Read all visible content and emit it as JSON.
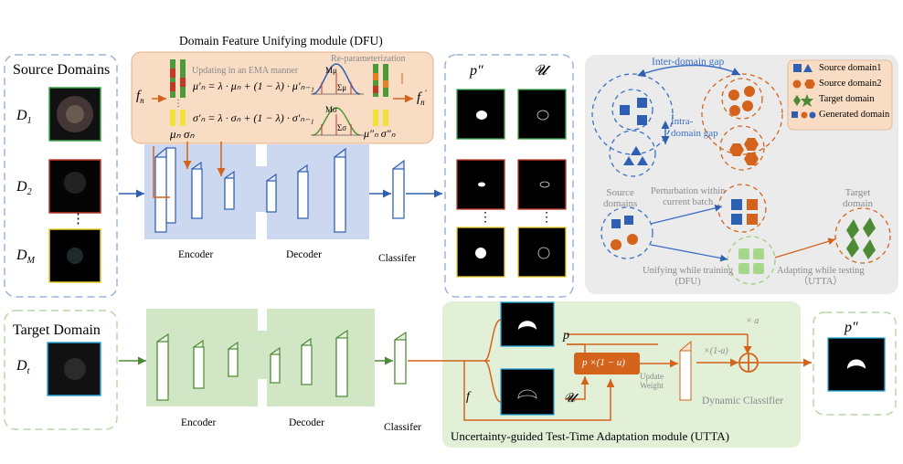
{
  "dfu": {
    "title": "Domain Feature Unifying module (DFU)",
    "ema_note": "Updating in an EMA manner",
    "reparam_note": "Re-parameterization",
    "f_in": "f",
    "f_in_sub": "n",
    "f_out": "f",
    "f_out_sub": "n",
    "f_out_sup": "′",
    "eq_mu": "μ′ₙ = λ · μₙ + (1 − λ) · μ′ₙ₋₁",
    "eq_sigma": "σ′ₙ = λ · σₙ + (1 − λ) · σ′ₙ₋₁",
    "mu_sigma_in": "μₙ σₙ",
    "mu_sigma_out": "μ″ₙ σ″ₙ",
    "M_mu": "Mμ",
    "Sigma_mu": "Σμ",
    "M_sigma": "Mσ",
    "Sigma_sigma": "Σσ"
  },
  "source": {
    "title": "Source Domains",
    "d1": "D",
    "d1_sub": "1",
    "d2": "D",
    "d2_sub": "2",
    "dm": "D",
    "dm_sub": "M",
    "encoder": "Encoder",
    "decoder": "Decoder",
    "classifier": "Classifer",
    "vdots": "⋮",
    "col_p": "p″",
    "col_u": "𝓤"
  },
  "target": {
    "title": "Target Domain",
    "dt": "D",
    "dt_sub": "t",
    "encoder": "Encoder",
    "decoder": "Decoder",
    "classifier": "Classifer",
    "f": "f",
    "p": "p",
    "u": "𝓤",
    "weight_op": "p ×(1 − u)",
    "update_weight": "Update\nWeight",
    "times_a": "× a",
    "times_1a": "×(1-a)",
    "dyn_classifier": "Dynamic Classifier",
    "utta_title": "Uncertainty-guided Test-Time Adaptation module (UTTA)",
    "out_p": "p″"
  },
  "legend": {
    "inter_gap": "Inter-domain gap",
    "intra_gap": "Intra-\ndomain gap",
    "items": [
      "Source domain1",
      "Source domain2",
      "Target domain",
      "Generated domain"
    ],
    "source_domains": "Source\ndomains",
    "perturb": "Perturbation within\ncurrent batch",
    "target_domain": "Target\ndomain",
    "unifying": "Unifying while training\n(DFU)",
    "adapting": "Adapting while testing\n（UTTA）"
  },
  "colors": {
    "blue": "#2f5fb3",
    "orange": "#d4641c",
    "green": "#4c8a34",
    "light_green": "#a6d68b",
    "dfu_bg": "#f9dcc4",
    "enc_blue": "#c6d3ee",
    "enc_green": "#cfe5c2",
    "utta_bg": "#e3f0d8",
    "gray_panel": "#ebebeb"
  }
}
